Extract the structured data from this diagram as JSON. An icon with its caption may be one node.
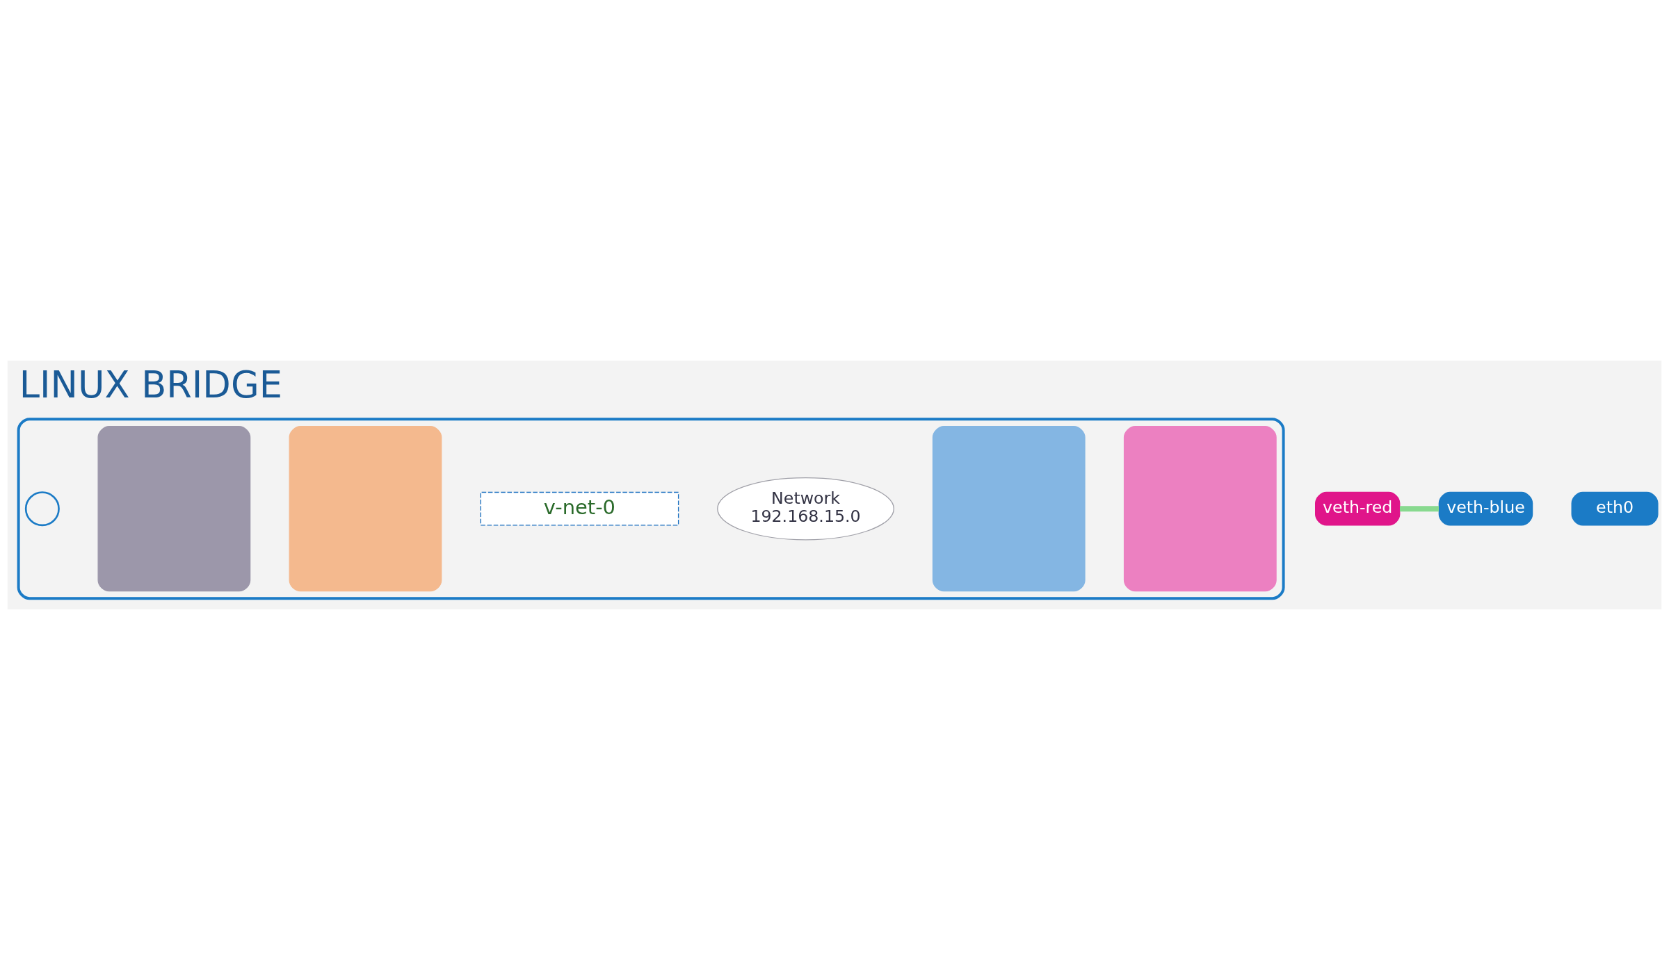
{
  "diagram": {
    "title": "LINUX BRIDGE",
    "nodes": [
      {
        "text": [],
        "shape": "box"
      },
      {
        "text": [],
        "shape": "box",
        "in": 0
      },
      {
        "text": [],
        "shape": "box",
        "in": 0
      },
      {
        "text": [
          "Network",
          "192.168.15.0"
        ],
        "in": 0
      },
      {
        "text": [
          "v-net-0"
        ],
        "in": 0
      },
      {
        "text": [
          "veth-red"
        ]
      },
      {
        "text": [
          "veth-blue"
        ]
      },
      {
        "text": [],
        "shape": "box",
        "in": 0
      },
      {
        "text": [],
        "shape": "box",
        "in": 0
      },
      {
        "text": [
          "eth0"
        ]
      },
      {
        "text": [],
        "shape": "circle",
        "in": 0
      }
    ],
    "edges": [
      {
        "from": 5,
        "to": 6,
        "arrow": "none",
        "color": "#88d98f"
      }
    ]
  }
}
